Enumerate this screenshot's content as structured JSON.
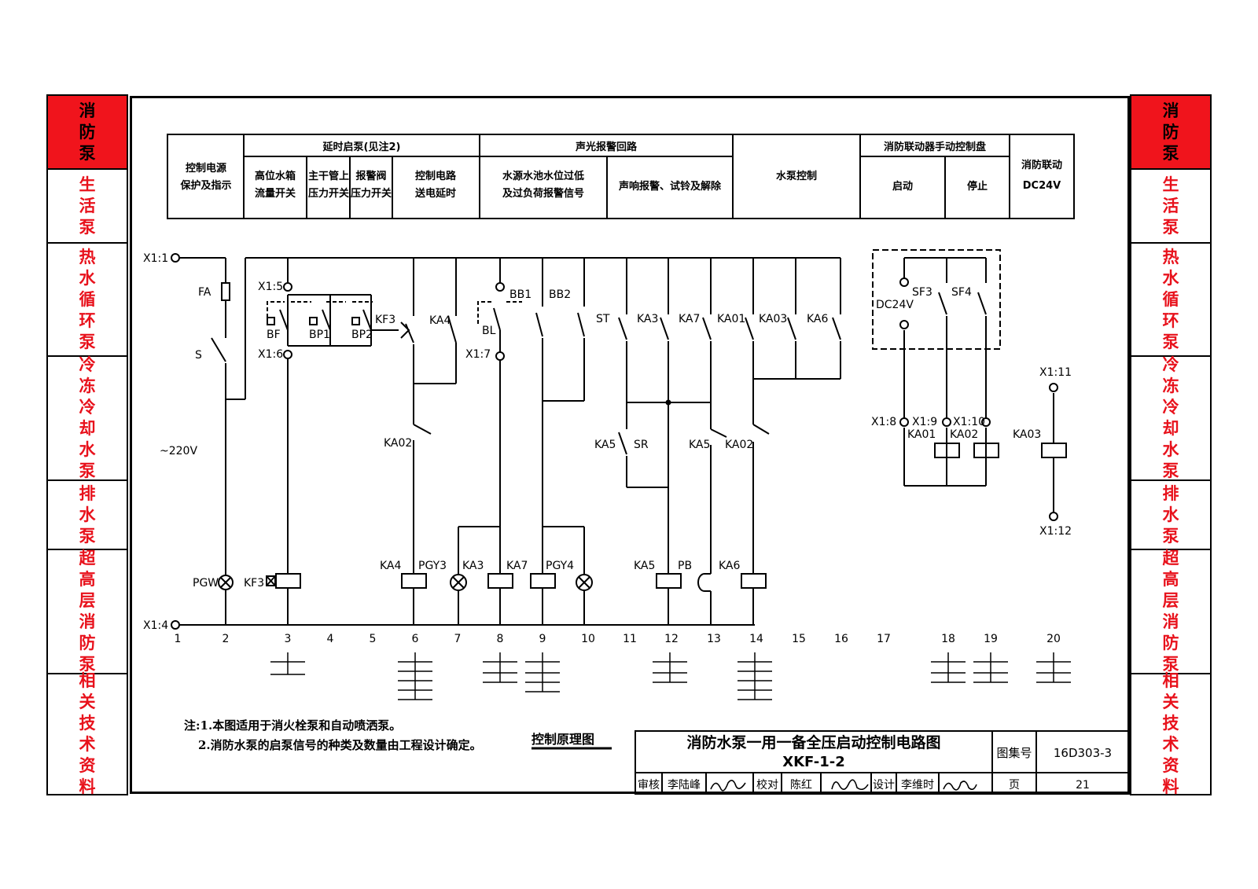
{
  "sidebar_tabs": [
    {
      "label": "消防泵",
      "active": true
    },
    {
      "label": "生活泵",
      "active": false
    },
    {
      "label": "热水循环泵",
      "active": false
    },
    {
      "label": "冷冻冷却水泵",
      "active": false
    },
    {
      "label": "排水泵",
      "active": false
    },
    {
      "label": "超高层消防泵",
      "active": false
    },
    {
      "label": "相关技术资料",
      "active": false
    }
  ],
  "colors": {
    "accent_red": "#f0141c",
    "tab_text_red": "#e8121c"
  },
  "function_table": {
    "power": "控制电源保护及指示",
    "delay_group": "延时启泵(见注2)",
    "delay_items": [
      "高位水箱流量开关",
      "主干管上压力开关",
      "报警阀压力开关",
      "控制电路送电延时"
    ],
    "alarm_group": "声光报警回路",
    "alarm_items": [
      "水源水池水位过低及过负荷报警信号",
      "声响报警、试铃及解除"
    ],
    "pump_control": "水泵控制",
    "manual_group": "消防联动器手动控制盘",
    "manual_items": [
      "启动",
      "停止"
    ],
    "linkage": "消防联动DC24V"
  },
  "terminals": [
    "X1:1",
    "X1:4",
    "X1:5",
    "X1:6",
    "X1:7",
    "X1:8",
    "X1:9",
    "X1:10",
    "X1:11",
    "X1:12"
  ],
  "devices": [
    "FA",
    "S",
    "PGW",
    "KF3",
    "BF",
    "BP1",
    "BP2",
    "KA4",
    "KA02",
    "BB1",
    "BB2",
    "BL",
    "PGY3",
    "KA3",
    "KA7",
    "PGY4",
    "ST",
    "KA5",
    "SR",
    "KA01",
    "KA03",
    "KA6",
    "PB",
    "SF3",
    "SF4",
    "DC24V"
  ],
  "voltage": "~220V",
  "column_numbers": [
    "1",
    "2",
    "3",
    "4",
    "5",
    "6",
    "7",
    "8",
    "9",
    "10",
    "11",
    "12",
    "13",
    "14",
    "15",
    "16",
    "17",
    "18",
    "19",
    "20"
  ],
  "notes": [
    "注:1.本图适用于消火栓泵和自动喷洒泵。",
    "2.消防水泵的启泵信号的种类及数量由工程设计确定。"
  ],
  "title_block": {
    "section": "控制原理图",
    "title_line1": "消防水泵一用一备全压启动控制电路图",
    "title_line2": "XKF-1-2",
    "atlas_label": "图集号",
    "atlas_no": "16D303-3",
    "review_label": "审核",
    "reviewer": "李陆峰",
    "check_label": "校对",
    "checker": "陈红",
    "design_label": "设计",
    "designer": "李维时",
    "page_label": "页",
    "page_no": "21"
  }
}
